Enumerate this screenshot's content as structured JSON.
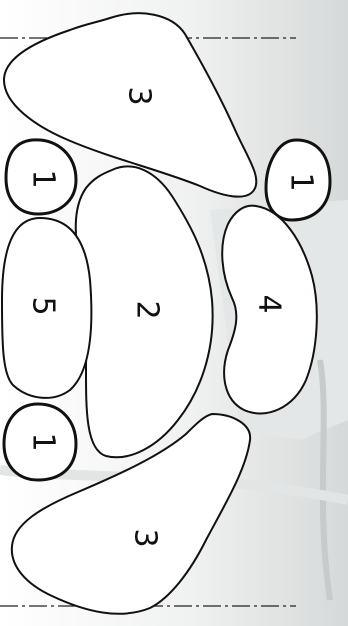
{
  "colors": {
    "background": "#ffffff",
    "photo_tint": "#d9dcdc",
    "outline": "#111111"
  },
  "regions": [
    {
      "id": "top-large",
      "label": "3"
    },
    {
      "id": "left-top-small",
      "label": "1"
    },
    {
      "id": "right-top-small",
      "label": "1"
    },
    {
      "id": "center-main",
      "label": "2"
    },
    {
      "id": "left-middle",
      "label": "5"
    },
    {
      "id": "right-middle",
      "label": "4"
    },
    {
      "id": "left-bottom-small",
      "label": "1"
    },
    {
      "id": "bottom-large",
      "label": "3"
    }
  ]
}
